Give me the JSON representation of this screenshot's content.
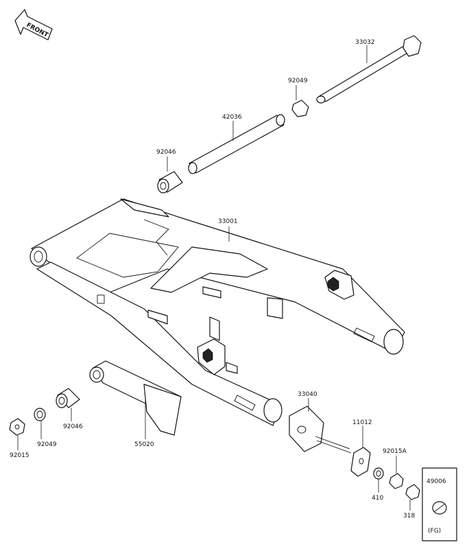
{
  "front_marker": "FRONT",
  "parts": [
    {
      "id": "p33032",
      "number": "33032"
    },
    {
      "id": "p92049a",
      "number": "92049"
    },
    {
      "id": "p42036",
      "number": "42036"
    },
    {
      "id": "p92046a",
      "number": "92046"
    },
    {
      "id": "p33001",
      "number": "33001"
    },
    {
      "id": "p33040",
      "number": "33040"
    },
    {
      "id": "p11012",
      "number": "11012"
    },
    {
      "id": "p92015a",
      "number": "92015A"
    },
    {
      "id": "p410",
      "number": "410"
    },
    {
      "id": "p318",
      "number": "318"
    },
    {
      "id": "p55020",
      "number": "55020"
    },
    {
      "id": "p92046b",
      "number": "92046"
    },
    {
      "id": "p92049b",
      "number": "92049"
    },
    {
      "id": "p92015",
      "number": "92015"
    }
  ],
  "inset": {
    "number": "49006",
    "code": "(FG)"
  }
}
